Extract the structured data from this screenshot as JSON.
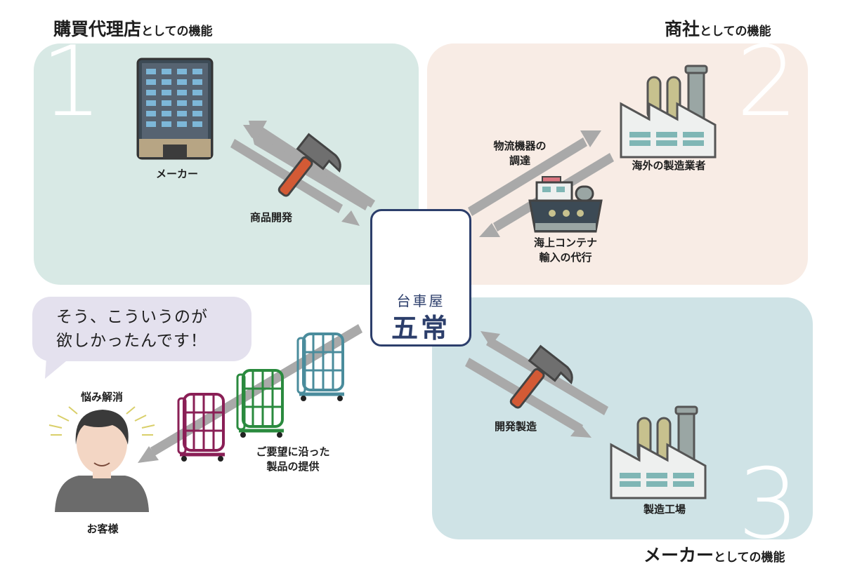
{
  "sections": [
    {
      "title_main": "購買代理店",
      "title_suffix": "としての機能",
      "number": "1"
    },
    {
      "title_main": "商社",
      "title_suffix": "としての機能",
      "number": "2"
    },
    {
      "title_main": "メーカー",
      "title_suffix": "としての機能",
      "number": "3"
    }
  ],
  "logo": {
    "line1": "台車屋",
    "line2": "五常"
  },
  "nodes": {
    "maker": "メーカー",
    "overseas": "海外の製造業者",
    "factory": "製造工場",
    "customer": "お客様"
  },
  "arrows": {
    "product_dev": "商品開発",
    "procurement_line1": "物流機器の",
    "procurement_line2": "調達",
    "import_line1": "海上コンテナ",
    "import_line2": "輸入の代行",
    "dev_manufacture": "開発製造",
    "delivery_line1": "ご要望に沿った",
    "delivery_line2": "製品の提供"
  },
  "bubble": {
    "line1": "そう、こういうのが",
    "line2": "欲しかったんです！"
  },
  "relief": "悩み解消",
  "colors": {
    "panel1": "#d8e9e5",
    "panel2": "#f8ece5",
    "panel3": "#cfe3e6",
    "arrow": "#a9a9a9",
    "logo": "#2c3e6b",
    "cart_purple": "#8a1f56",
    "cart_green": "#2a8a3e",
    "cart_teal": "#4a8c9c"
  }
}
